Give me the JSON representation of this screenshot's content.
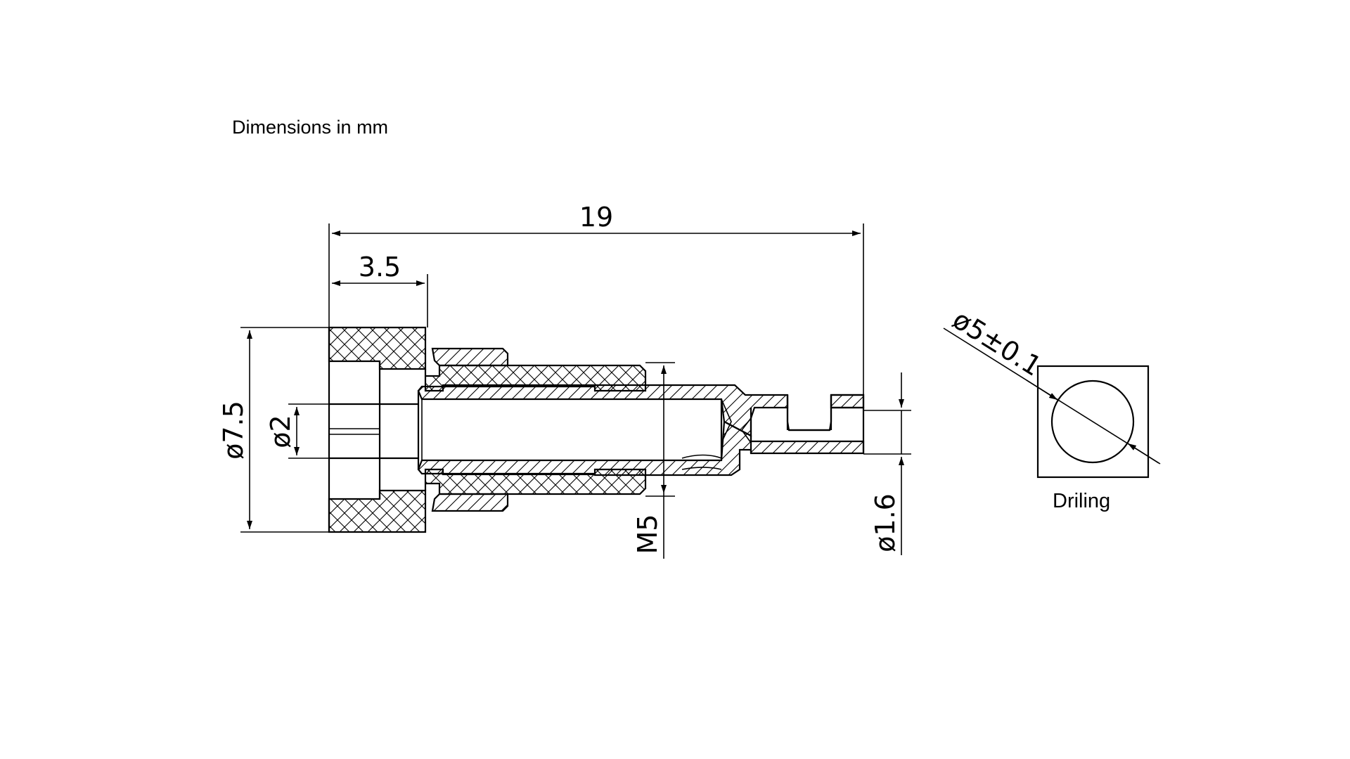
{
  "header": {
    "units_note": "Dimensions in mm"
  },
  "dimensions": {
    "overall_length": "19",
    "flange_length": "3.5",
    "flange_diameter": "ø7.5",
    "bore_diameter": "ø2",
    "thread": "M5",
    "pin_diameter": "ø1.6",
    "drilling_diameter": "ø5±0.1"
  },
  "drilling": {
    "caption": "Driling"
  },
  "colors": {
    "line": "#000000",
    "background": "#ffffff"
  }
}
